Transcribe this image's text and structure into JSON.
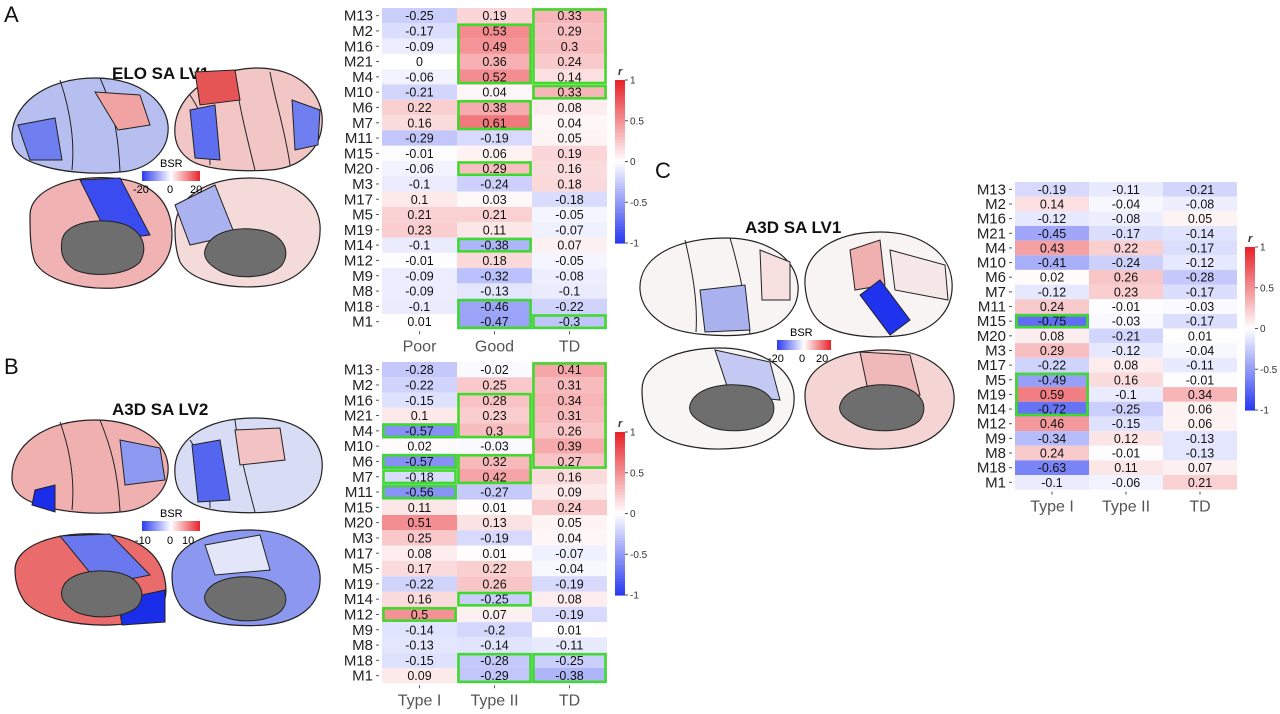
{
  "panels": {
    "a": {
      "letter": "A",
      "title": "ELO SA LV1",
      "bsr_label": "BSR",
      "bsr_ticks": [
        "-20",
        "0",
        "20"
      ]
    },
    "b": {
      "letter": "B",
      "title": "A3D SA LV2",
      "bsr_label": "BSR",
      "bsr_ticks": [
        "-10",
        "0",
        "10"
      ]
    },
    "c": {
      "letter": "C",
      "title": "A3D SA LV1",
      "bsr_label": "BSR",
      "bsr_ticks": [
        "-20",
        "0",
        "20"
      ]
    }
  },
  "colorbar": {
    "label": "r",
    "ticks": [
      "1",
      "0.5",
      "0",
      "-0.5",
      "-1"
    ],
    "min": -1,
    "max": 1
  },
  "colors": {
    "negative": "#2b3cf0",
    "neutral": "#ffffff",
    "positive": "#e8242b",
    "highlight": "#3ddb2a",
    "brain_gray": "#6e6e6e"
  },
  "chart_data": [
    {
      "type": "heatmap",
      "panel": "A",
      "rows": [
        "M13",
        "M2",
        "M16",
        "M21",
        "M4",
        "M10",
        "M6",
        "M7",
        "M11",
        "M15",
        "M20",
        "M3",
        "M17",
        "M5",
        "M19",
        "M14",
        "M12",
        "M9",
        "M8",
        "M18",
        "M1"
      ],
      "columns": [
        "Poor",
        "Good",
        "TD"
      ],
      "values": [
        [
          -0.25,
          0.19,
          0.33
        ],
        [
          -0.17,
          0.53,
          0.29
        ],
        [
          -0.09,
          0.49,
          0.3
        ],
        [
          0,
          0.36,
          0.24
        ],
        [
          -0.06,
          0.52,
          0.14
        ],
        [
          -0.21,
          0.04,
          0.33
        ],
        [
          0.22,
          0.38,
          0.08
        ],
        [
          0.16,
          0.61,
          0.04
        ],
        [
          -0.29,
          -0.19,
          0.05
        ],
        [
          -0.01,
          0.06,
          0.19
        ],
        [
          -0.06,
          0.29,
          0.16
        ],
        [
          -0.1,
          -0.24,
          0.18
        ],
        [
          0.1,
          0.03,
          -0.18
        ],
        [
          0.21,
          0.21,
          -0.05
        ],
        [
          0.23,
          0.11,
          -0.07
        ],
        [
          -0.1,
          -0.38,
          0.07
        ],
        [
          -0.01,
          0.18,
          -0.05
        ],
        [
          -0.09,
          -0.32,
          -0.08
        ],
        [
          -0.09,
          -0.13,
          -0.1
        ],
        [
          -0.1,
          -0.46,
          -0.22
        ],
        [
          0.01,
          -0.47,
          -0.3
        ]
      ],
      "highlights": [
        {
          "col": 2,
          "row_start": 0,
          "row_end": 4
        },
        {
          "col": 1,
          "row_start": 1,
          "row_end": 4
        },
        {
          "col": 2,
          "row_start": 5,
          "row_end": 5
        },
        {
          "col": 1,
          "row_start": 6,
          "row_end": 7
        },
        {
          "col": 1,
          "row_start": 10,
          "row_end": 10
        },
        {
          "col": 1,
          "row_start": 15,
          "row_end": 15
        },
        {
          "col": 1,
          "row_start": 19,
          "row_end": 20
        },
        {
          "col": 2,
          "row_start": 20,
          "row_end": 20
        }
      ]
    },
    {
      "type": "heatmap",
      "panel": "B",
      "rows": [
        "M13",
        "M2",
        "M16",
        "M21",
        "M4",
        "M10",
        "M6",
        "M7",
        "M11",
        "M15",
        "M20",
        "M3",
        "M17",
        "M5",
        "M19",
        "M14",
        "M12",
        "M9",
        "M8",
        "M18",
        "M1"
      ],
      "columns": [
        "Type I",
        "Type II",
        "TD"
      ],
      "values": [
        [
          -0.28,
          -0.02,
          0.41
        ],
        [
          -0.22,
          0.25,
          0.31
        ],
        [
          -0.15,
          0.28,
          0.34
        ],
        [
          0.1,
          0.23,
          0.31
        ],
        [
          -0.57,
          0.3,
          0.26
        ],
        [
          0.02,
          -0.03,
          0.39
        ],
        [
          -0.57,
          0.32,
          0.27
        ],
        [
          -0.18,
          0.42,
          0.16
        ],
        [
          -0.56,
          -0.27,
          0.09
        ],
        [
          0.11,
          0.01,
          0.24
        ],
        [
          0.51,
          0.13,
          0.05
        ],
        [
          0.25,
          -0.19,
          0.04
        ],
        [
          0.08,
          0.01,
          -0.07
        ],
        [
          0.17,
          0.22,
          -0.04
        ],
        [
          -0.22,
          0.26,
          -0.19
        ],
        [
          0.16,
          -0.25,
          0.08
        ],
        [
          0.5,
          0.07,
          -0.19
        ],
        [
          -0.14,
          -0.2,
          0.01
        ],
        [
          -0.13,
          -0.14,
          -0.11
        ],
        [
          -0.15,
          -0.28,
          -0.25
        ],
        [
          0.09,
          -0.29,
          -0.38
        ]
      ],
      "highlights": [
        {
          "col": 2,
          "row_start": 0,
          "row_end": 6
        },
        {
          "col": 1,
          "row_start": 2,
          "row_end": 4
        },
        {
          "col": 0,
          "row_start": 4,
          "row_end": 4
        },
        {
          "col": 0,
          "row_start": 6,
          "row_end": 6
        },
        {
          "col": 1,
          "row_start": 6,
          "row_end": 7
        },
        {
          "col": 0,
          "row_start": 7,
          "row_end": 7
        },
        {
          "col": 0,
          "row_start": 8,
          "row_end": 8
        },
        {
          "col": 1,
          "row_start": 15,
          "row_end": 15
        },
        {
          "col": 0,
          "row_start": 16,
          "row_end": 16
        },
        {
          "col": 1,
          "row_start": 19,
          "row_end": 20
        },
        {
          "col": 2,
          "row_start": 19,
          "row_end": 20
        }
      ]
    },
    {
      "type": "heatmap",
      "panel": "C",
      "rows": [
        "M13",
        "M2",
        "M16",
        "M21",
        "M4",
        "M10",
        "M6",
        "M7",
        "M11",
        "M15",
        "M20",
        "M3",
        "M17",
        "M5",
        "M19",
        "M14",
        "M12",
        "M9",
        "M8",
        "M18",
        "M1"
      ],
      "columns": [
        "Type I",
        "Type II",
        "TD"
      ],
      "values": [
        [
          -0.19,
          -0.11,
          -0.21
        ],
        [
          0.14,
          -0.04,
          -0.08
        ],
        [
          -0.12,
          -0.08,
          0.05
        ],
        [
          -0.45,
          -0.17,
          -0.14
        ],
        [
          0.43,
          0.22,
          -0.17
        ],
        [
          -0.41,
          -0.24,
          -0.12
        ],
        [
          0.02,
          0.26,
          -0.28
        ],
        [
          -0.12,
          0.23,
          -0.17
        ],
        [
          0.24,
          -0.01,
          -0.03
        ],
        [
          -0.75,
          -0.03,
          -0.17
        ],
        [
          0.08,
          -0.21,
          0.01
        ],
        [
          0.29,
          -0.12,
          -0.04
        ],
        [
          -0.22,
          0.08,
          -0.11
        ],
        [
          -0.49,
          0.16,
          -0.01
        ],
        [
          0.59,
          -0.1,
          0.34
        ],
        [
          -0.72,
          -0.25,
          0.06
        ],
        [
          0.46,
          -0.15,
          0.06
        ],
        [
          -0.34,
          0.12,
          -0.13
        ],
        [
          0.24,
          -0.01,
          -0.13
        ],
        [
          -0.63,
          0.11,
          0.07
        ],
        [
          -0.1,
          -0.06,
          0.21
        ]
      ],
      "highlights": [
        {
          "col": 0,
          "row_start": 9,
          "row_end": 9
        },
        {
          "col": 0,
          "row_start": 13,
          "row_end": 15
        }
      ]
    }
  ]
}
